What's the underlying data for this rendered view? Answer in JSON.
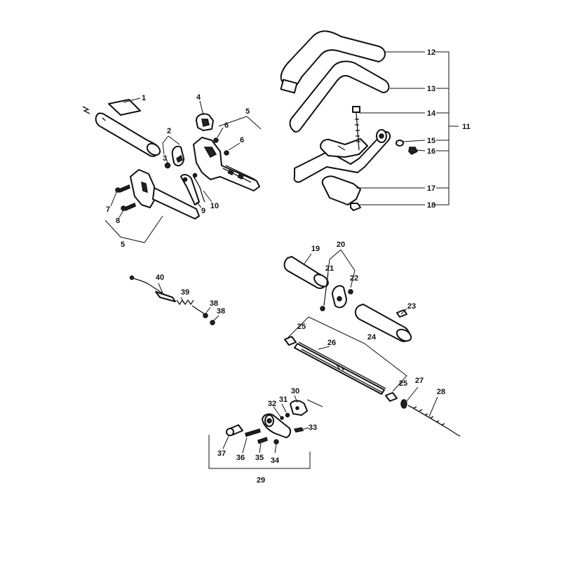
{
  "callouts": [
    {
      "id": "c1",
      "text": "1"
    },
    {
      "id": "c2",
      "text": "2"
    },
    {
      "id": "c3",
      "text": "3"
    },
    {
      "id": "c4",
      "text": "4"
    },
    {
      "id": "c5a",
      "text": "5"
    },
    {
      "id": "c5b",
      "text": "5"
    },
    {
      "id": "c6a",
      "text": "6"
    },
    {
      "id": "c6b",
      "text": "6"
    },
    {
      "id": "c7",
      "text": "7"
    },
    {
      "id": "c8",
      "text": "8"
    },
    {
      "id": "c9",
      "text": "9"
    },
    {
      "id": "c10",
      "text": "10"
    },
    {
      "id": "c11",
      "text": "11"
    },
    {
      "id": "c12",
      "text": "12"
    },
    {
      "id": "c13",
      "text": "13"
    },
    {
      "id": "c14",
      "text": "14"
    },
    {
      "id": "c15",
      "text": "15"
    },
    {
      "id": "c16",
      "text": "16"
    },
    {
      "id": "c17",
      "text": "17"
    },
    {
      "id": "c18",
      "text": "18"
    },
    {
      "id": "c19",
      "text": "19"
    },
    {
      "id": "c20",
      "text": "20"
    },
    {
      "id": "c21",
      "text": "21"
    },
    {
      "id": "c22",
      "text": "22"
    },
    {
      "id": "c23",
      "text": "23"
    },
    {
      "id": "c24",
      "text": "24"
    },
    {
      "id": "c25a",
      "text": "25"
    },
    {
      "id": "c25b",
      "text": "25"
    },
    {
      "id": "c26",
      "text": "26"
    },
    {
      "id": "c27",
      "text": "27"
    },
    {
      "id": "c28",
      "text": "28"
    },
    {
      "id": "c29",
      "text": "29"
    },
    {
      "id": "c30",
      "text": "30"
    },
    {
      "id": "c31",
      "text": "31"
    },
    {
      "id": "c32",
      "text": "32"
    },
    {
      "id": "c33",
      "text": "33"
    },
    {
      "id": "c34",
      "text": "34"
    },
    {
      "id": "c35",
      "text": "35"
    },
    {
      "id": "c36",
      "text": "36"
    },
    {
      "id": "c37",
      "text": "37"
    },
    {
      "id": "c38a",
      "text": "38"
    },
    {
      "id": "c38b",
      "text": "38"
    },
    {
      "id": "c39",
      "text": "39"
    },
    {
      "id": "c40",
      "text": "40"
    }
  ]
}
